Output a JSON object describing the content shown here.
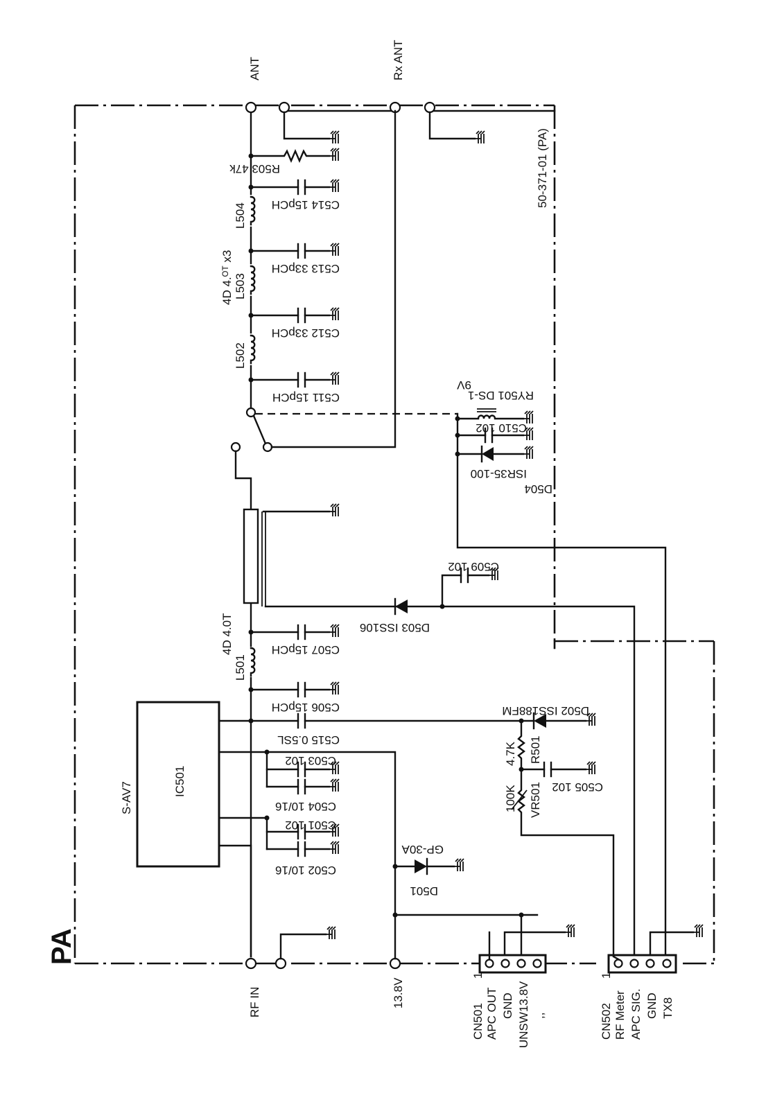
{
  "title": "PA",
  "board": "50-371-01 (PA)",
  "terminals": {
    "ant": "ANT",
    "rx_ant": "Rx ANT",
    "rf_in": "RF IN",
    "supply": "13.8V"
  },
  "ic": {
    "ref": "IC501",
    "part": "S-AV7"
  },
  "filter": {
    "inductors": [
      "L501",
      "L502",
      "L503",
      "L504"
    ],
    "l501_note": "4D  4.0T",
    "coil_note": "4D  4.ᴼᵀ x3",
    "capacitors": [
      "C511 15pCH",
      "C512 33pCH",
      "C513 33pCH",
      "C514 15pCH"
    ],
    "resistor": "R503 47k"
  },
  "relay": {
    "ref": "RY501 DS-1",
    "voltage": "9V",
    "cap": "C510 102",
    "diode": "D504",
    "diode_part": "ISR35-100"
  },
  "detector": {
    "diode": "D503 ISS106",
    "cap": "C509 102"
  },
  "input_section": {
    "c506": "C506 15pCH",
    "c507": "C507 15pCH",
    "c515": "C515 0.5SL",
    "c503": "C503 102",
    "c504": "C504 10/16",
    "c501": "C501 102",
    "c502": "C502 10/16",
    "d501": "D501",
    "d501_part": "GP-30A",
    "d502": "D502 ISS188FM",
    "r501": "R501",
    "r501_val": "4.7K",
    "vr501": "VR501",
    "vr501_val": "100K",
    "c505": "C505 102"
  },
  "connectors": {
    "cn501": {
      "ref": "CN501",
      "pin1": "1",
      "pins": [
        "APC OUT",
        "GND",
        "UNSW13.8V",
        ",,"
      ]
    },
    "cn502": {
      "ref": "CN502",
      "pin1": "1",
      "pins": [
        "RF Meter",
        "APC SIG.",
        "GND",
        "TX8"
      ]
    }
  }
}
